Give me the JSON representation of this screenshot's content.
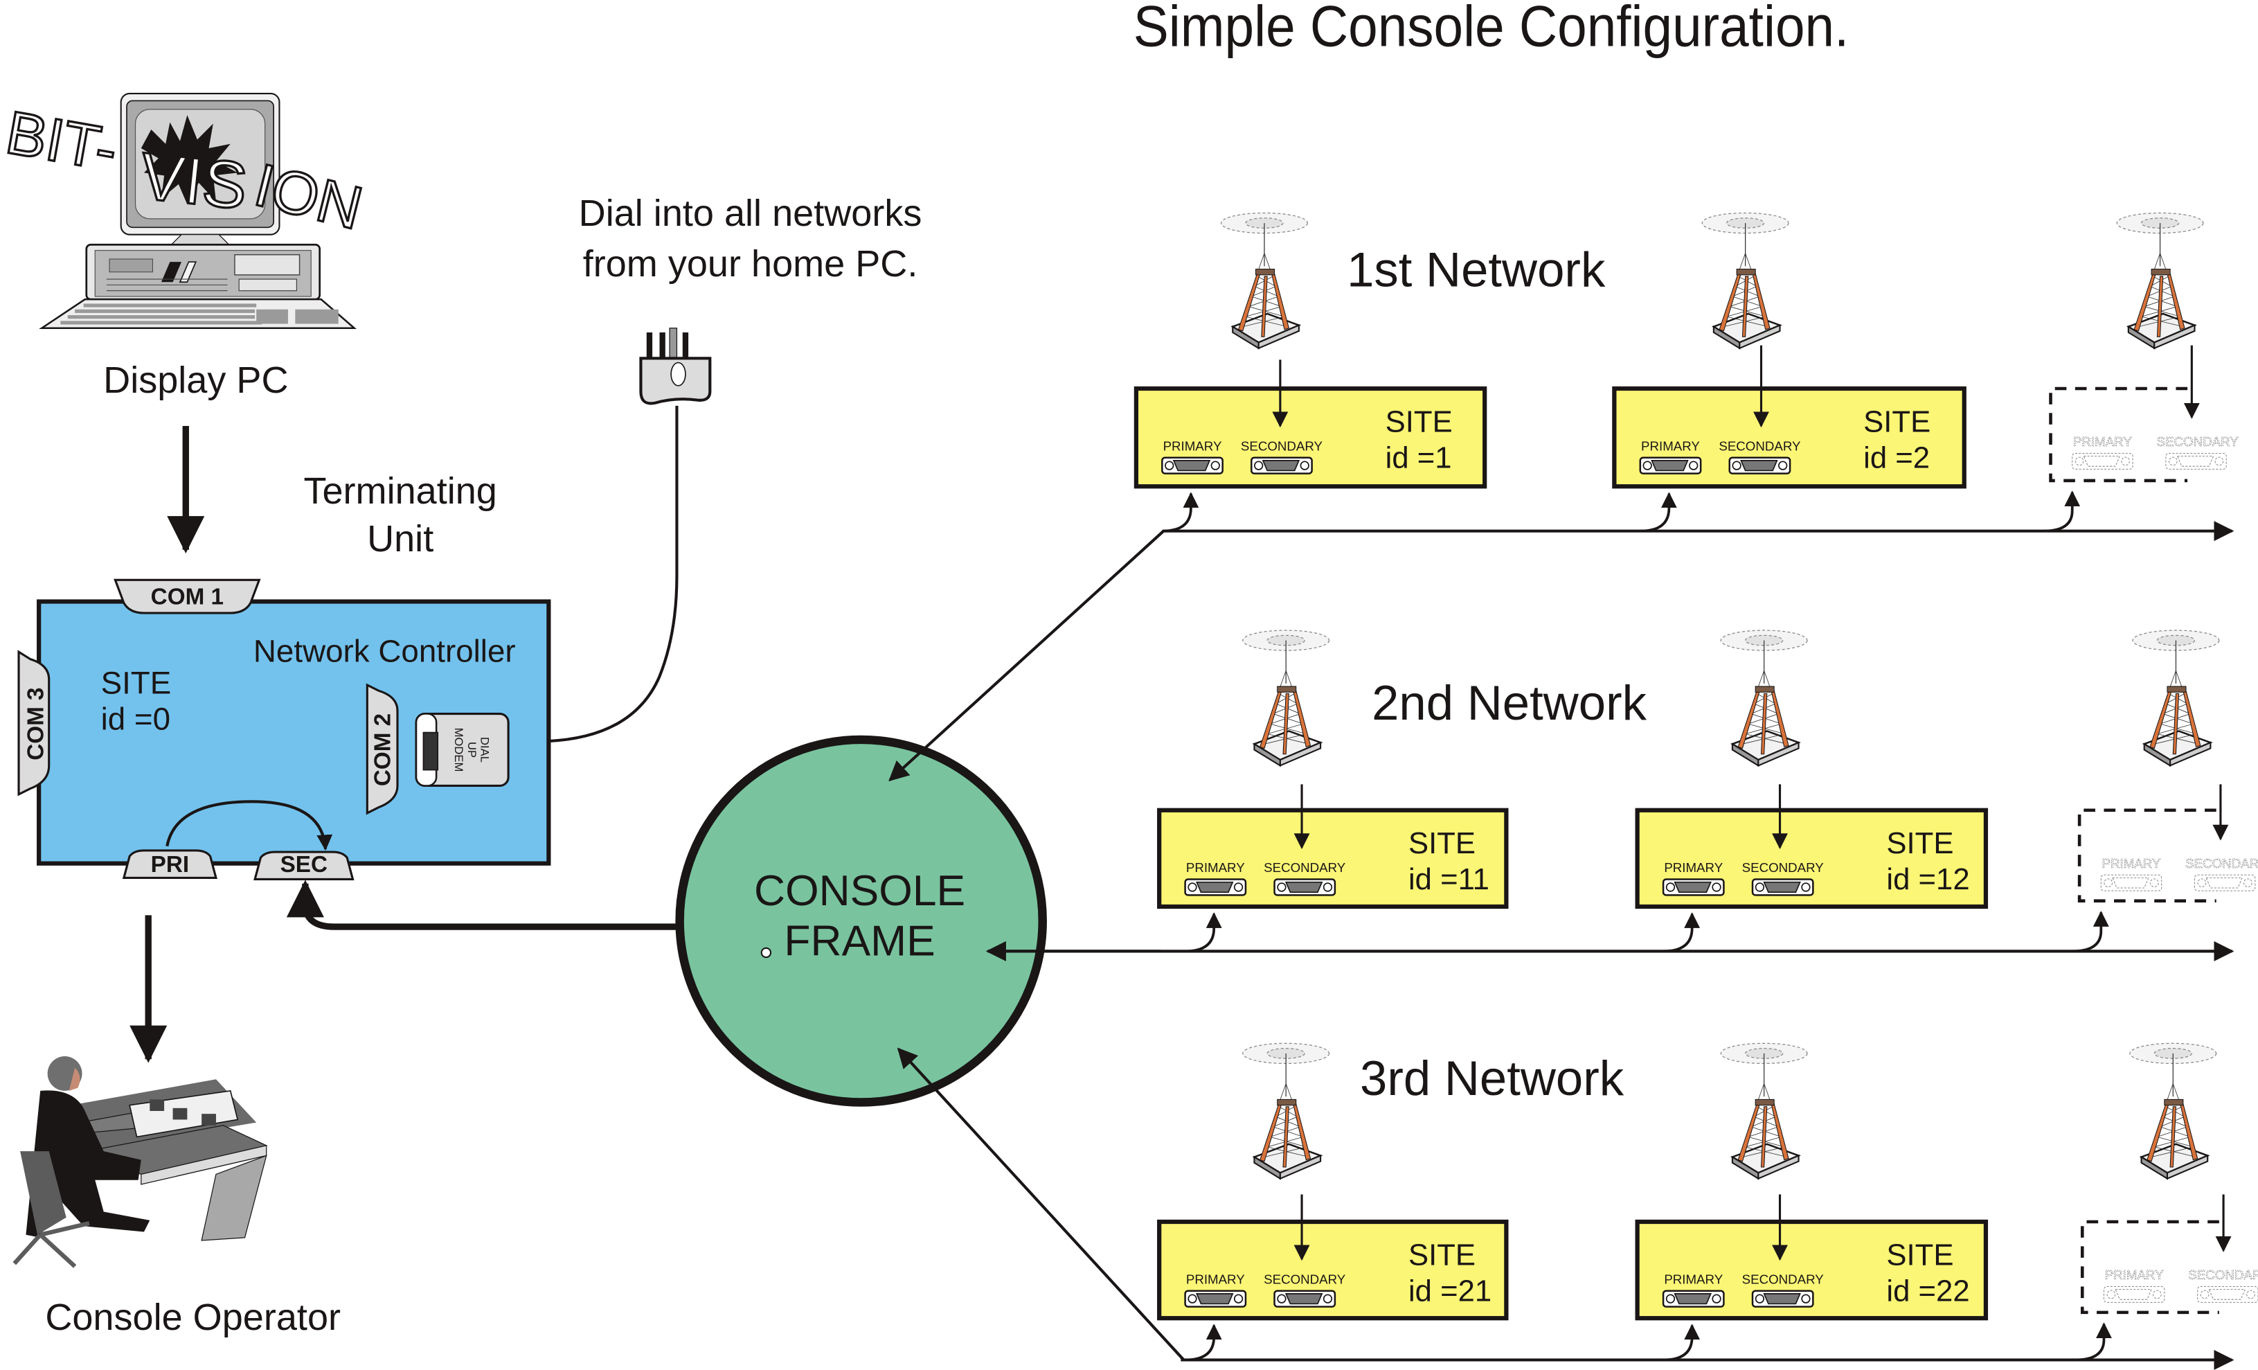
{
  "title": "Simple Console Configuration.",
  "display_pc": {
    "label": "Display PC",
    "logo_text_left": "BIT-",
    "logo_text_mid": "VIS",
    "logo_text_right": "ION"
  },
  "dial_in": {
    "line1": "Dial into all networks",
    "line2": "from your home PC."
  },
  "terminating_unit": {
    "label_line1": "Terminating",
    "label_line2": "Unit",
    "controller_label": "Network Controller",
    "site_label": "SITE",
    "site_id": "id =0",
    "ports": {
      "com1": "COM 1",
      "com2": "COM 2",
      "com3": "COM 3",
      "pri": "PRI",
      "sec": "SEC"
    },
    "modem": {
      "line1": "DIAL",
      "line2": "UP",
      "line3": "MODEM"
    }
  },
  "console_frame": {
    "line1": "CONSOLE",
    "line2": "FRAME"
  },
  "console_operator": {
    "label": "Console Operator"
  },
  "networks": [
    {
      "name": "1st Network",
      "sites": [
        {
          "site_label": "SITE",
          "id": "id =1",
          "primary": "PRIMARY",
          "secondary": "SECONDARY"
        },
        {
          "site_label": "SITE",
          "id": "id =2",
          "primary": "PRIMARY",
          "secondary": "SECONDARY"
        }
      ],
      "placeholder": {
        "primary": "PRIMARY",
        "secondary": "SECONDARY"
      }
    },
    {
      "name": "2nd Network",
      "sites": [
        {
          "site_label": "SITE",
          "id": "id =11",
          "primary": "PRIMARY",
          "secondary": "SECONDARY"
        },
        {
          "site_label": "SITE",
          "id": "id =12",
          "primary": "PRIMARY",
          "secondary": "SECONDARY"
        }
      ],
      "placeholder": {
        "primary": "PRIMARY",
        "secondary": "SECONDARY"
      }
    },
    {
      "name": "3rd Network",
      "sites": [
        {
          "site_label": "SITE",
          "id": "id =21",
          "primary": "PRIMARY",
          "secondary": "SECONDARY"
        },
        {
          "site_label": "SITE",
          "id": "id =22",
          "primary": "PRIMARY",
          "secondary": "SECONDARY"
        }
      ],
      "placeholder": {
        "primary": "PRIMARY",
        "secondary": "SECONDARY"
      }
    }
  ],
  "colors": {
    "controller_fill": "#73c2ed",
    "console_frame_fill": "#79c49f",
    "site_fill": "#fbf675",
    "port_fill": "#dcdcdc",
    "tower_orange": "#d9733a"
  }
}
